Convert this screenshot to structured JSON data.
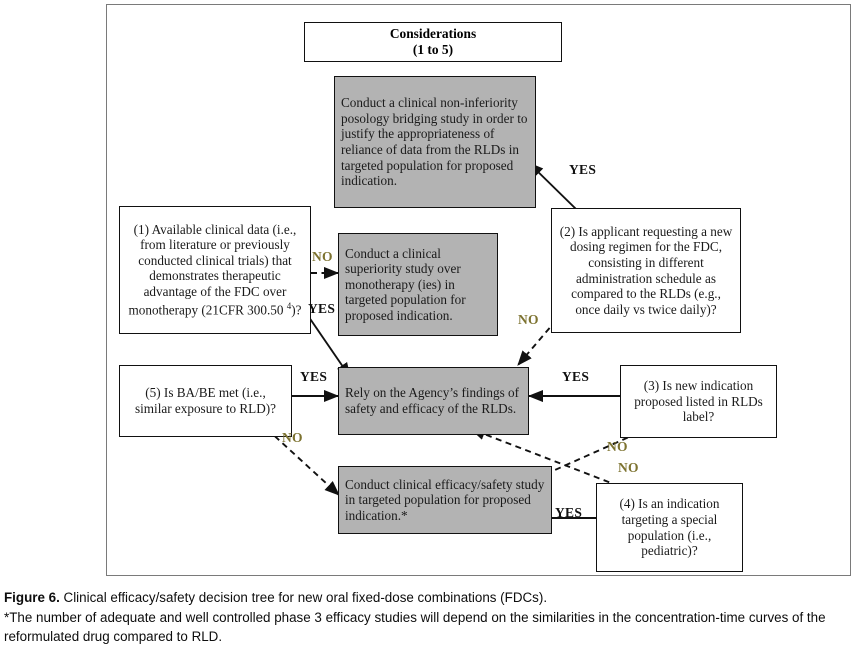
{
  "figure": {
    "title_box": {
      "line1": "Considerations",
      "line2": "(1 to 5)"
    },
    "nodes": {
      "noninferiority": "Conduct a clinical non-inferiority posology bridging study in order to justify the appropriateness of reliance of data from the RLDs in targeted population for proposed indication.",
      "superiority": "Conduct a clinical superiority study over monotherapy (ies) in targeted population  for proposed indication.",
      "rely": "Rely on the Agency’s findings  of safety and efficacy of the RLDs.",
      "efficacy_safety": "Conduct clinical efficacy/safety study in targeted population  for proposed indication.*",
      "q1_a": "(1) Available  clinical  data (i.e., from literature or previously  conducted clinical trials) that demonstrates therapeutic advantage of the FDC over monotherapy (21CFR 300.50 ",
      "q1_sup": "4",
      "q1_b": ")?",
      "q2": "(2) Is applicant  requesting a new dosing  regimen  for the FDC, consisting  in different administration  schedule as compared to the RLDs (e.g., once daily vs twice daily)?",
      "q3": "(3) Is new indication proposed  listed in RLDs label?",
      "q4": "(4) Is an indication targeting  a special population  (i.e., pediatric)?",
      "q5": "(5) Is BA/BE met (i.e., similar  exposure  to RLD)?"
    },
    "edge_labels": {
      "q1_no": "NO",
      "q1_yes": "YES",
      "q2_yes": "YES",
      "q2_no": "NO",
      "q5_yes": "YES",
      "q5_no": "NO",
      "q3_yes": "YES",
      "q3_no": "NO",
      "q4_yes": "YES",
      "q4_no": "NO"
    },
    "colors": {
      "node_fill_gray": "#b3b3b3",
      "node_fill_white": "#ffffff",
      "node_border": "#111111",
      "label_yes": "#111111",
      "label_no": "#7d7330",
      "frame_border": "#7a7a7a"
    }
  },
  "caption": {
    "label": "Figure 6.",
    "title": " Clinical efficacy/safety decision tree for new oral fixed-dose combinations (FDCs).",
    "footnote": "*The number of adequate and well controlled phase 3 efficacy studies will depend on the similarities in the concentration-time curves of the reformulated drug compared to RLD."
  }
}
